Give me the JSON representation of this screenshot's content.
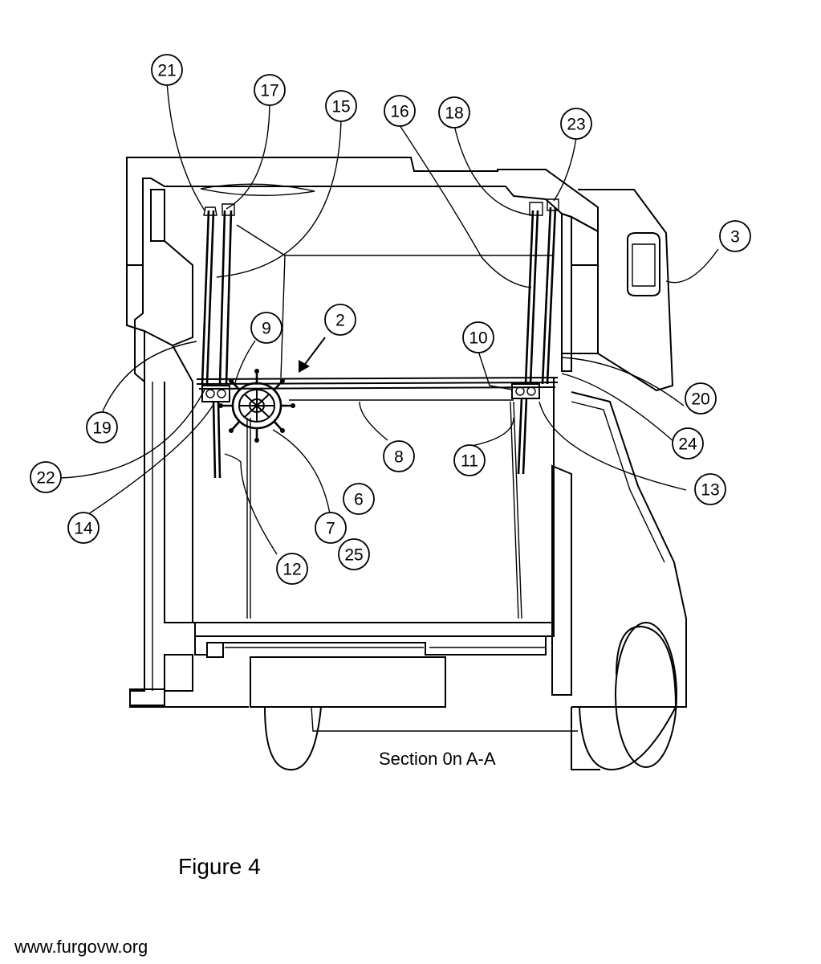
{
  "drawing": {
    "section_caption": "Section 0n A-A",
    "figure_caption": "Figure 4",
    "watermark": "www.furgovw.org",
    "callouts": [
      {
        "label": "21"
      },
      {
        "label": "17"
      },
      {
        "label": "15"
      },
      {
        "label": "16"
      },
      {
        "label": "18"
      },
      {
        "label": "23"
      },
      {
        "label": "3"
      },
      {
        "label": "9"
      },
      {
        "label": "2"
      },
      {
        "label": "10"
      },
      {
        "label": "19"
      },
      {
        "label": "20"
      },
      {
        "label": "24"
      },
      {
        "label": "8"
      },
      {
        "label": "11"
      },
      {
        "label": "22"
      },
      {
        "label": "13"
      },
      {
        "label": "6"
      },
      {
        "label": "14"
      },
      {
        "label": "7"
      },
      {
        "label": "25"
      },
      {
        "label": "12"
      }
    ]
  }
}
